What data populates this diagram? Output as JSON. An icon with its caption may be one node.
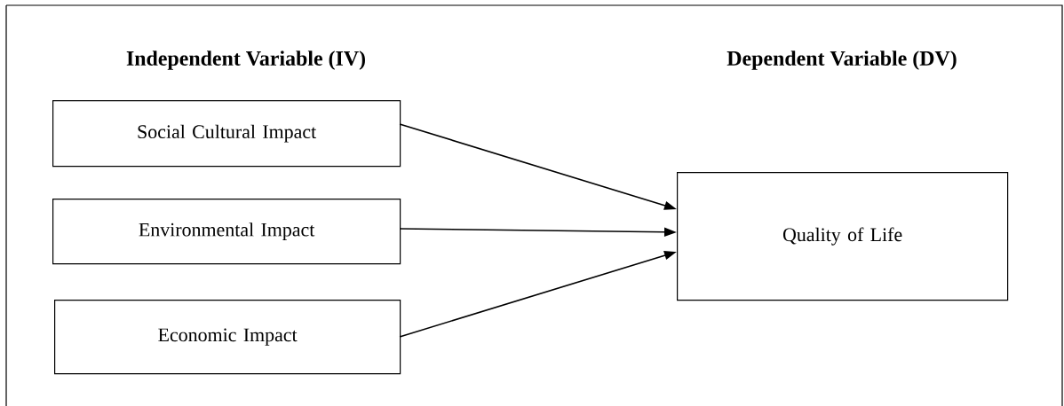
{
  "diagram": {
    "nodes": [
      {
        "text": [
          "Social Cultural Impact"
        ]
      },
      {
        "text": [
          "Environmental Impact"
        ]
      },
      {
        "text": [
          "Economic Impact"
        ]
      },
      {
        "text": [
          "Quality of Life"
        ]
      }
    ],
    "edges": [
      {
        "from": 0,
        "to": 3,
        "arrow": "to"
      },
      {
        "from": 1,
        "to": 3,
        "arrow": "to"
      },
      {
        "from": 2,
        "to": 3,
        "arrow": "to"
      }
    ],
    "labels": [
      "Independent Variable (IV)",
      "Dependent Variable (DV)"
    ]
  }
}
